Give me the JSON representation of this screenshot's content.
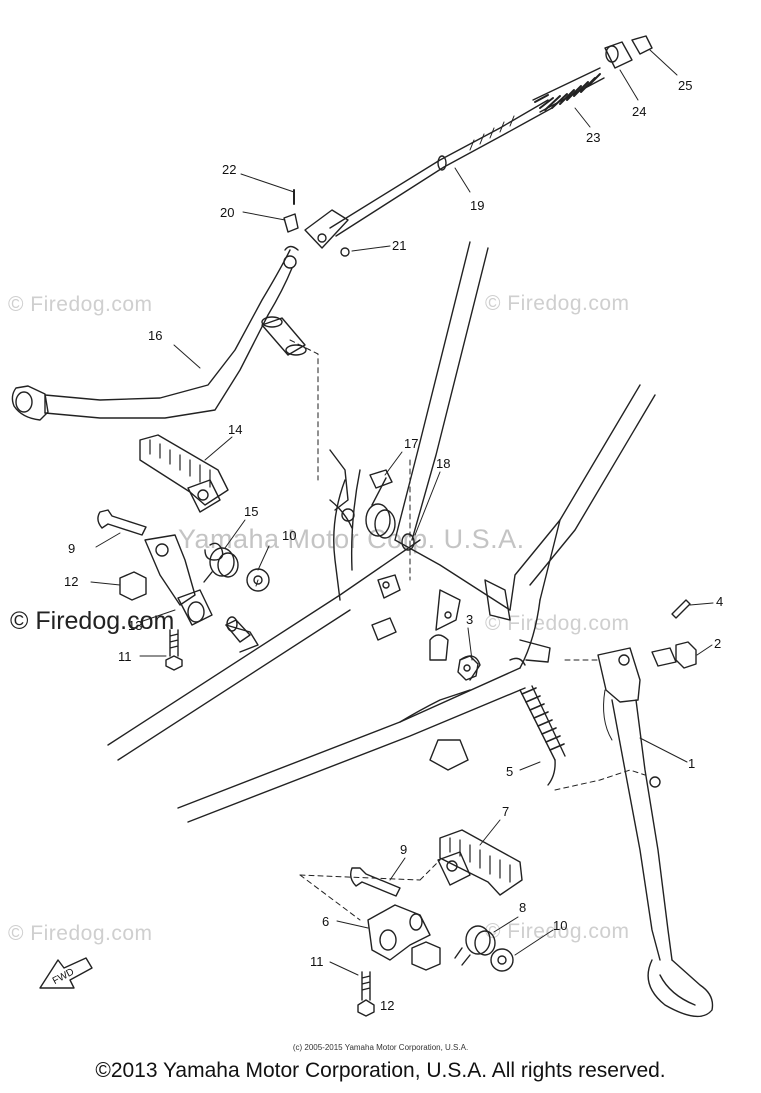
{
  "watermarks": {
    "firedog": "© Firedog.com",
    "firedog_dark": "© Firedog.com",
    "yamaha": "Yamaha Motor Corp. U.S.A."
  },
  "callouts": [
    "1",
    "2",
    "3",
    "4",
    "5",
    "6",
    "7",
    "8",
    "9",
    "10",
    "11",
    "12",
    "13",
    "14",
    "15",
    "16",
    "17",
    "18",
    "19",
    "20",
    "21",
    "22",
    "23",
    "24",
    "25",
    "9",
    "10",
    "11",
    "12"
  ],
  "fwd_label": "FWD",
  "footer": {
    "small_copyright": "(c) 2005-2015 Yamaha Motor Corporation, U.S.A.",
    "copyright": "©2013 Yamaha Motor Corporation, U.S.A. All rights reserved."
  },
  "colors": {
    "line": "#222222",
    "watermark": "#cfcfcf"
  }
}
